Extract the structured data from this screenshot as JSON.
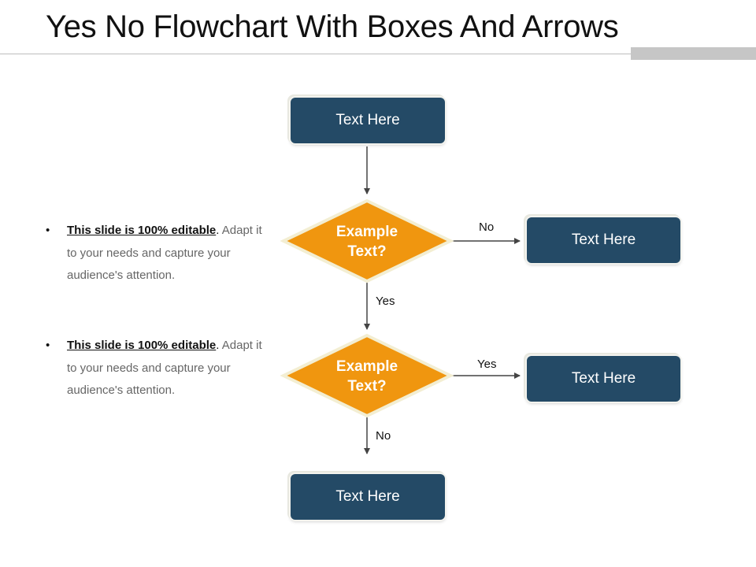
{
  "title": "Yes No Flowchart With Boxes And Arrows",
  "nodes": {
    "start_box": "Text Here",
    "decision_1": {
      "line1": "Example",
      "line2": "Text?"
    },
    "no_box": "Text Here",
    "decision_2": {
      "line1": "Example",
      "line2": "Text?"
    },
    "yes_box": "Text Here",
    "end_box": "Text Here"
  },
  "edge_labels": {
    "d1_right": "No",
    "d1_down": "Yes",
    "d2_right": "Yes",
    "d2_down": "No"
  },
  "notes": [
    {
      "bullet": "•",
      "strong": "This slide is 100% editable",
      "period": ".",
      "rest": " Adapt it to your needs and capture your audience's attention."
    },
    {
      "bullet": "•",
      "strong": "This slide is 100% editable",
      "period": ".",
      "rest": " Adapt it to your needs and capture your audience's attention."
    }
  ],
  "colors": {
    "box_fill": "#244a66",
    "diamond_fill": "#f0960f",
    "connector": "#444444"
  }
}
